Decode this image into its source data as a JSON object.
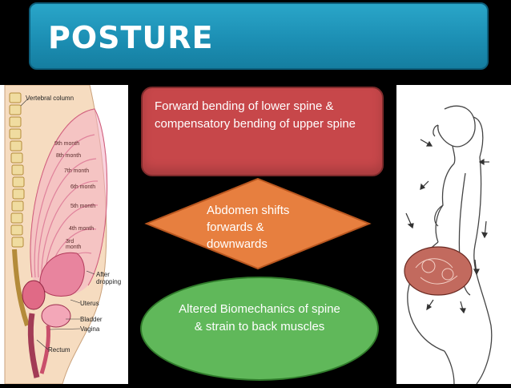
{
  "title": "POSTURE",
  "boxes": {
    "red_text": "Forward bending of lower spine & compensatory bending of upper spine",
    "diamond_text": "Abdomen shifts forwards & downwards",
    "green_text": "Altered Biomechanics of spine & strain to back muscles"
  },
  "anatomy_labels": {
    "vertebral_column": "Vertebral column",
    "month_9": "9th month",
    "month_8": "8th month",
    "month_7": "7th month",
    "month_6": "6th month",
    "month_5": "5th month",
    "month_4": "4th month",
    "month_3": "3rd month",
    "after_dropping": "After dropping",
    "uterus": "Uterus",
    "bladder": "Bladder",
    "vagina": "Vagina",
    "rectum": "Rectum"
  }
}
